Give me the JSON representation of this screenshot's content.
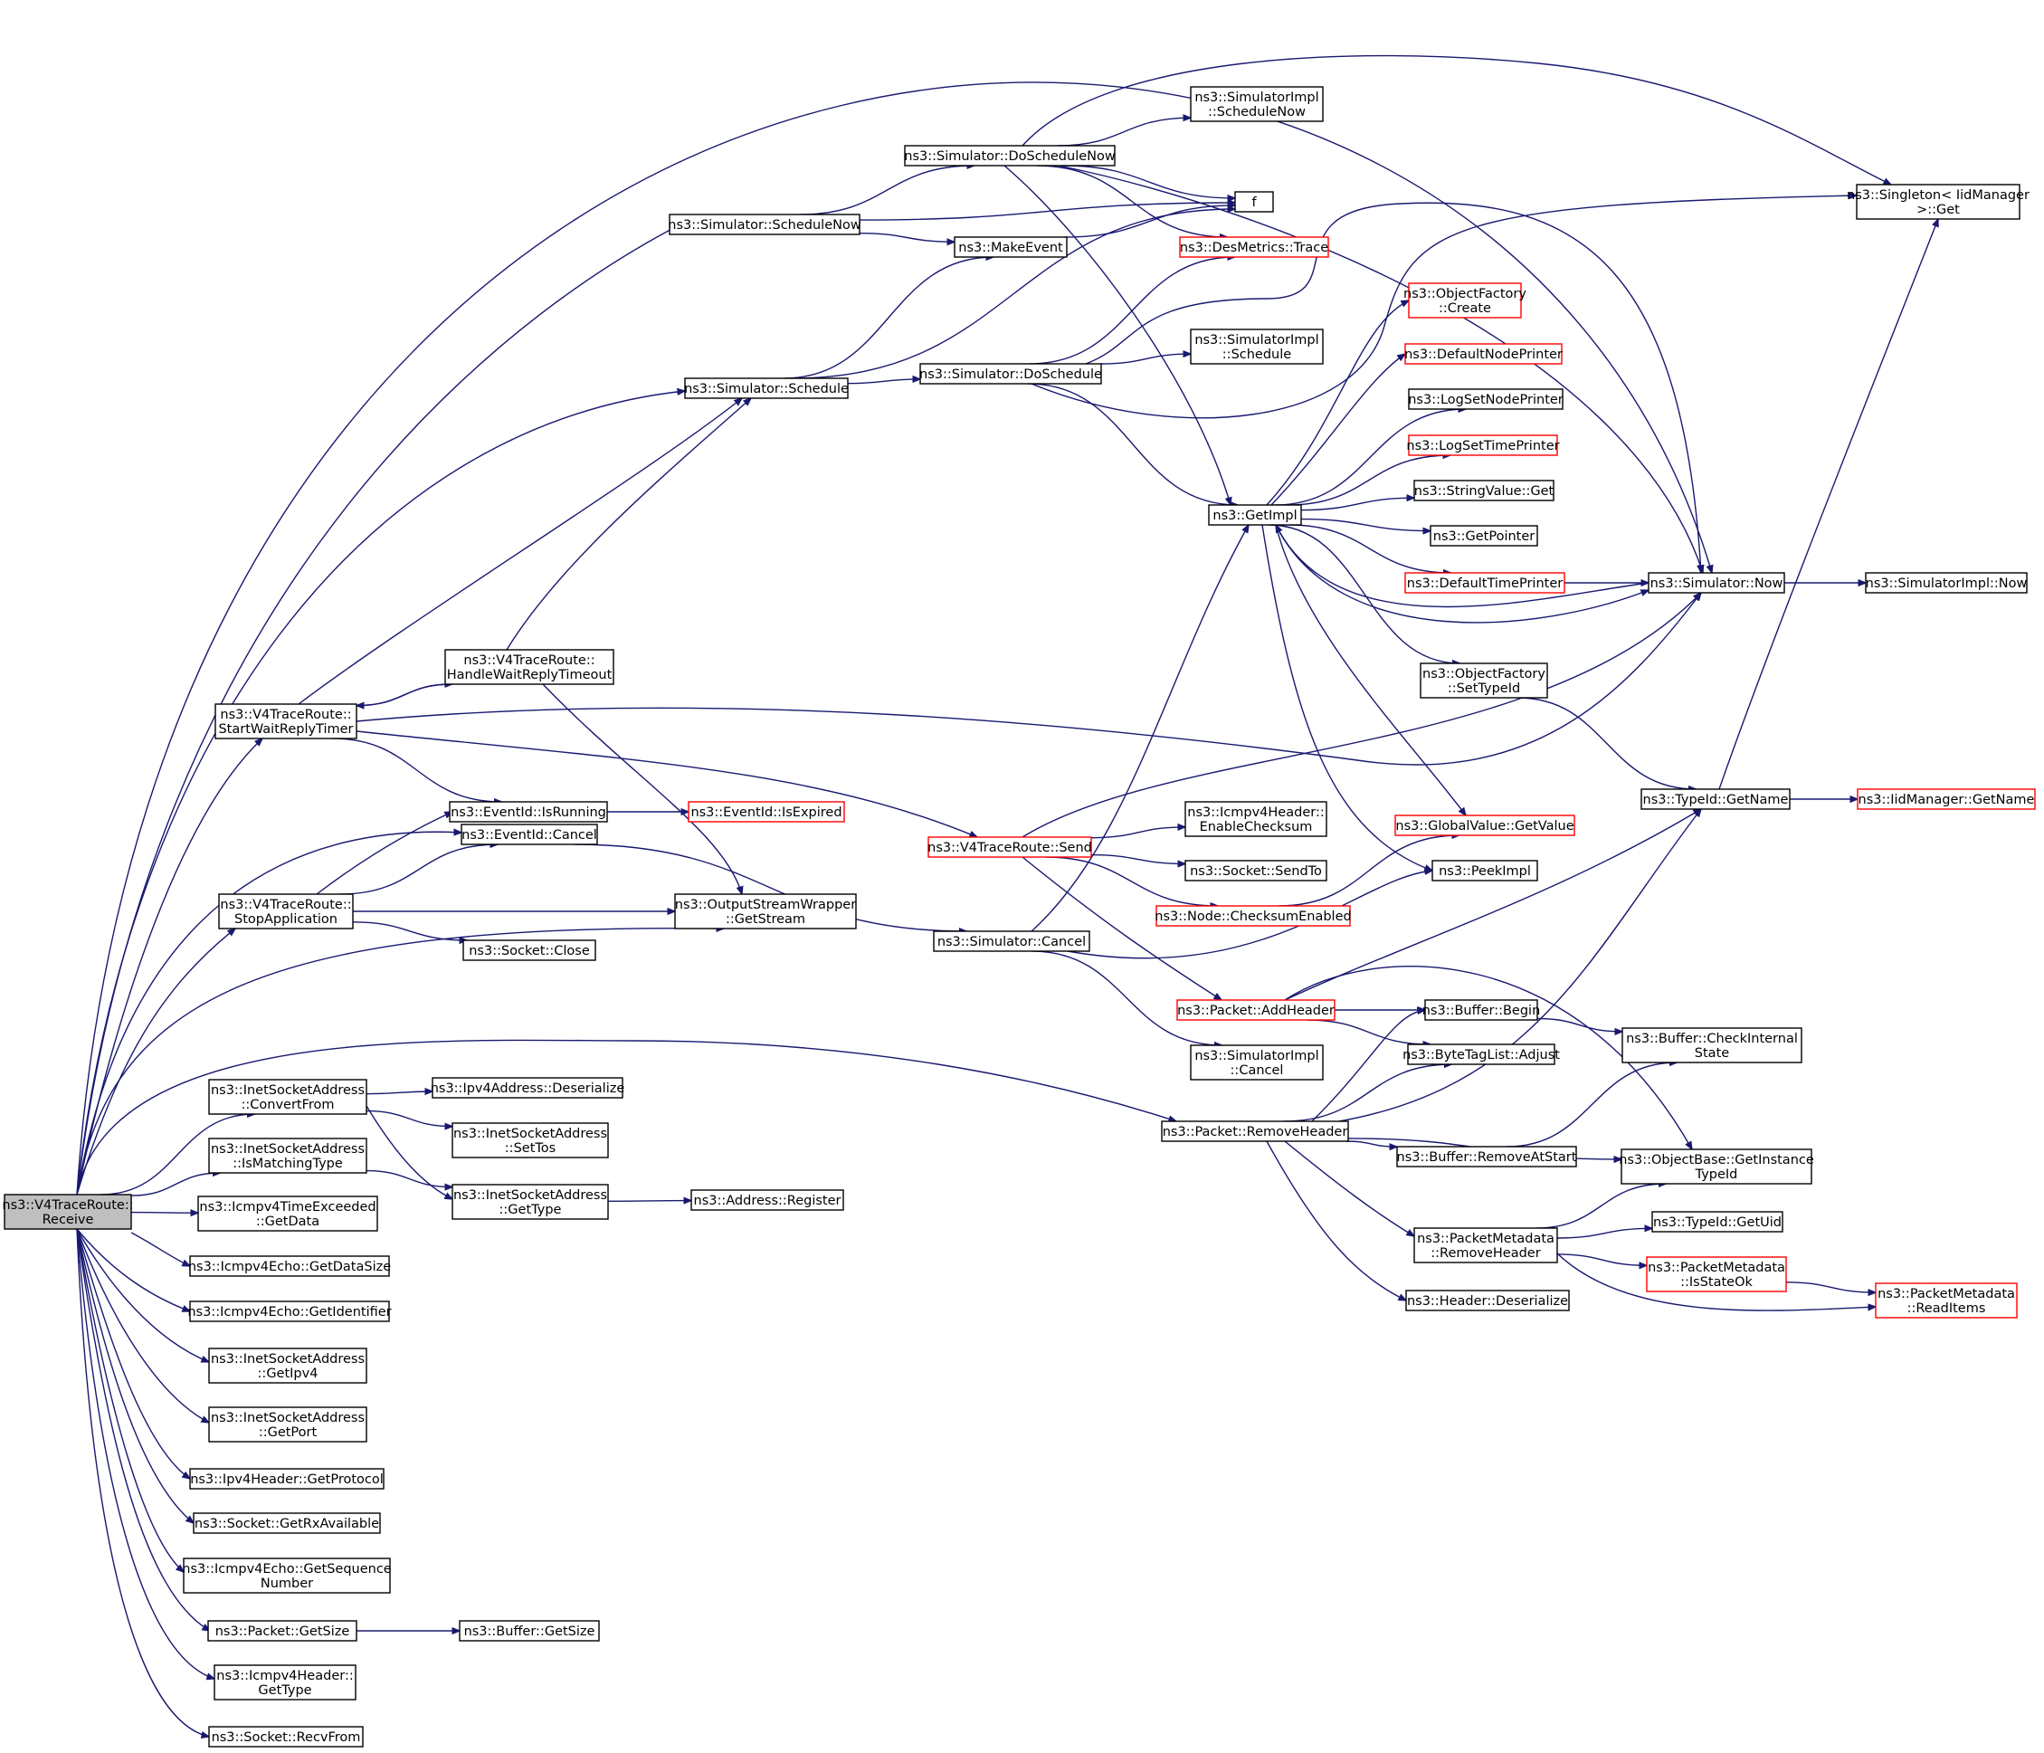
{
  "diagram": {
    "title": "",
    "colors": {
      "edge": "#191970",
      "root_fill": "#bfbfbf",
      "truncated_border": "#ff0000",
      "default_border": "#000000"
    },
    "nodes": [
      {
        "id": "receive",
        "lines": [
          "ns3::V4TraceRoute::",
          "Receive"
        ],
        "style": "root"
      },
      {
        "id": "startwait",
        "lines": [
          "ns3::V4TraceRoute::",
          "StartWaitReplyTimer"
        ]
      },
      {
        "id": "stopapp",
        "lines": [
          "ns3::V4TraceRoute::",
          "StopApplication"
        ]
      },
      {
        "id": "handlewait",
        "lines": [
          "ns3::V4TraceRoute::",
          "HandleWaitReplyTimeout"
        ]
      },
      {
        "id": "schednow",
        "lines": [
          "ns3::Simulator::ScheduleNow"
        ]
      },
      {
        "id": "schedule",
        "lines": [
          "ns3::Simulator::Schedule"
        ]
      },
      {
        "id": "doschednow",
        "lines": [
          "ns3::Simulator::DoScheduleNow"
        ]
      },
      {
        "id": "dosched",
        "lines": [
          "ns3::Simulator::DoSchedule"
        ]
      },
      {
        "id": "makeevent",
        "lines": [
          "ns3::MakeEvent"
        ]
      },
      {
        "id": "f",
        "lines": [
          "f"
        ]
      },
      {
        "id": "desmetrics",
        "lines": [
          "ns3::DesMetrics::Trace"
        ],
        "style": "red"
      },
      {
        "id": "simimpl_schednow",
        "lines": [
          "ns3::SimulatorImpl",
          "::ScheduleNow"
        ]
      },
      {
        "id": "simimpl_sched",
        "lines": [
          "ns3::SimulatorImpl",
          "::Schedule"
        ]
      },
      {
        "id": "singleton",
        "lines": [
          "ns3::Singleton< IidManager",
          ">::Get"
        ]
      },
      {
        "id": "getimpl",
        "lines": [
          "ns3::GetImpl"
        ]
      },
      {
        "id": "objf_create",
        "lines": [
          "ns3::ObjectFactory",
          "::Create"
        ],
        "style": "red"
      },
      {
        "id": "defnodeprinter",
        "lines": [
          "ns3::DefaultNodePrinter"
        ],
        "style": "red"
      },
      {
        "id": "logsetnode",
        "lines": [
          "ns3::LogSetNodePrinter"
        ]
      },
      {
        "id": "logsettime",
        "lines": [
          "ns3::LogSetTimePrinter"
        ],
        "style": "red"
      },
      {
        "id": "strval_get",
        "lines": [
          "ns3::StringValue::Get"
        ]
      },
      {
        "id": "getpointer",
        "lines": [
          "ns3::GetPointer"
        ]
      },
      {
        "id": "deftimeprinter",
        "lines": [
          "ns3::DefaultTimePrinter"
        ],
        "style": "red"
      },
      {
        "id": "simnow",
        "lines": [
          "ns3::Simulator::Now"
        ]
      },
      {
        "id": "simimpl_now",
        "lines": [
          "ns3::SimulatorImpl::Now"
        ]
      },
      {
        "id": "objf_settypeid",
        "lines": [
          "ns3::ObjectFactory",
          "::SetTypeId"
        ]
      },
      {
        "id": "typeid_getname",
        "lines": [
          "ns3::TypeId::GetName"
        ]
      },
      {
        "id": "iidmgr_getname",
        "lines": [
          "ns3::IidManager::GetName"
        ],
        "style": "red"
      },
      {
        "id": "globalval",
        "lines": [
          "ns3::GlobalValue::GetValue"
        ],
        "style": "red"
      },
      {
        "id": "peekimpl",
        "lines": [
          "ns3::PeekImpl"
        ]
      },
      {
        "id": "eventid_isrunning",
        "lines": [
          "ns3::EventId::IsRunning"
        ]
      },
      {
        "id": "eventid_isexpired",
        "lines": [
          "ns3::EventId::IsExpired"
        ],
        "style": "red"
      },
      {
        "id": "eventid_cancel",
        "lines": [
          "ns3::EventId::Cancel"
        ]
      },
      {
        "id": "outstream",
        "lines": [
          "ns3::OutputStreamWrapper",
          "::GetStream"
        ]
      },
      {
        "id": "socket_close",
        "lines": [
          "ns3::Socket::Close"
        ]
      },
      {
        "id": "v4send",
        "lines": [
          "ns3::V4TraceRoute::Send"
        ],
        "style": "red"
      },
      {
        "id": "icmpv4_enablecs",
        "lines": [
          "ns3::Icmpv4Header::",
          "EnableChecksum"
        ]
      },
      {
        "id": "socket_sendto",
        "lines": [
          "ns3::Socket::SendTo"
        ]
      },
      {
        "id": "node_checksum",
        "lines": [
          "ns3::Node::ChecksumEnabled"
        ],
        "style": "red"
      },
      {
        "id": "simcancel",
        "lines": [
          "ns3::Simulator::Cancel"
        ]
      },
      {
        "id": "packet_addheader",
        "lines": [
          "ns3::Packet::AddHeader"
        ],
        "style": "red"
      },
      {
        "id": "simimpl_cancel",
        "lines": [
          "ns3::SimulatorImpl",
          "::Cancel"
        ]
      },
      {
        "id": "buffer_begin",
        "lines": [
          "ns3::Buffer::Begin"
        ]
      },
      {
        "id": "bytetag_adjust",
        "lines": [
          "ns3::ByteTagList::Adjust"
        ]
      },
      {
        "id": "buffer_checkint",
        "lines": [
          "ns3::Buffer::CheckInternal",
          "State"
        ]
      },
      {
        "id": "packet_removeheader",
        "lines": [
          "ns3::Packet::RemoveHeader"
        ]
      },
      {
        "id": "buffer_removeatstart",
        "lines": [
          "ns3::Buffer::RemoveAtStart"
        ]
      },
      {
        "id": "objbase_getinst",
        "lines": [
          "ns3::ObjectBase::GetInstance",
          "TypeId"
        ]
      },
      {
        "id": "pktmeta_removeheader",
        "lines": [
          "ns3::PacketMetadata",
          "::RemoveHeader"
        ]
      },
      {
        "id": "typeid_getuid",
        "lines": [
          "ns3::TypeId::GetUid"
        ]
      },
      {
        "id": "pktmeta_isstateok",
        "lines": [
          "ns3::PacketMetadata",
          "::IsStateOk"
        ],
        "style": "red"
      },
      {
        "id": "pktmeta_readitems",
        "lines": [
          "ns3::PacketMetadata",
          "::ReadItems"
        ],
        "style": "red"
      },
      {
        "id": "header_deser",
        "lines": [
          "ns3::Header::Deserialize"
        ]
      },
      {
        "id": "inet_convertfrom",
        "lines": [
          "ns3::InetSocketAddress",
          "::ConvertFrom"
        ]
      },
      {
        "id": "ipv4addr_deser",
        "lines": [
          "ns3::Ipv4Address::Deserialize"
        ]
      },
      {
        "id": "inet_settos",
        "lines": [
          "ns3::InetSocketAddress",
          "::SetTos"
        ]
      },
      {
        "id": "inet_ismatching",
        "lines": [
          "ns3::InetSocketAddress",
          "::IsMatchingType"
        ]
      },
      {
        "id": "inet_gettype",
        "lines": [
          "ns3::InetSocketAddress",
          "::GetType"
        ]
      },
      {
        "id": "address_register",
        "lines": [
          "ns3::Address::Register"
        ]
      },
      {
        "id": "icmpv4te_getdata",
        "lines": [
          "ns3::Icmpv4TimeExceeded",
          "::GetData"
        ]
      },
      {
        "id": "icmpv4echo_getdatasize",
        "lines": [
          "ns3::Icmpv4Echo::GetDataSize"
        ]
      },
      {
        "id": "icmpv4echo_getid",
        "lines": [
          "ns3::Icmpv4Echo::GetIdentifier"
        ]
      },
      {
        "id": "inet_getipv4",
        "lines": [
          "ns3::InetSocketAddress",
          "::GetIpv4"
        ]
      },
      {
        "id": "inet_getport",
        "lines": [
          "ns3::InetSocketAddress",
          "::GetPort"
        ]
      },
      {
        "id": "ipv4hdr_getproto",
        "lines": [
          "ns3::Ipv4Header::GetProtocol"
        ]
      },
      {
        "id": "socket_getrxavail",
        "lines": [
          "ns3::Socket::GetRxAvailable"
        ]
      },
      {
        "id": "icmpv4echo_getseq",
        "lines": [
          "ns3::Icmpv4Echo::GetSequence",
          "Number"
        ]
      },
      {
        "id": "packet_getsize",
        "lines": [
          "ns3::Packet::GetSize"
        ]
      },
      {
        "id": "buffer_getsize",
        "lines": [
          "ns3::Buffer::GetSize"
        ]
      },
      {
        "id": "icmpv4hdr_gettype",
        "lines": [
          "ns3::Icmpv4Header::",
          "GetType"
        ]
      },
      {
        "id": "socket_recvfrom",
        "lines": [
          "ns3::Socket::RecvFrom"
        ]
      }
    ],
    "edges": [
      [
        "receive",
        "simnow"
      ],
      [
        "receive",
        "schednow"
      ],
      [
        "receive",
        "schedule"
      ],
      [
        "receive",
        "startwait"
      ],
      [
        "receive",
        "eventid_cancel"
      ],
      [
        "receive",
        "stopapp"
      ],
      [
        "receive",
        "outstream"
      ],
      [
        "receive",
        "packet_removeheader"
      ],
      [
        "receive",
        "inet_convertfrom"
      ],
      [
        "receive",
        "inet_ismatching"
      ],
      [
        "receive",
        "icmpv4te_getdata"
      ],
      [
        "receive",
        "icmpv4echo_getdatasize"
      ],
      [
        "receive",
        "icmpv4echo_getid"
      ],
      [
        "receive",
        "inet_getipv4"
      ],
      [
        "receive",
        "inet_getport"
      ],
      [
        "receive",
        "ipv4hdr_getproto"
      ],
      [
        "receive",
        "socket_getrxavail"
      ],
      [
        "receive",
        "icmpv4echo_getseq"
      ],
      [
        "receive",
        "packet_getsize"
      ],
      [
        "receive",
        "icmpv4hdr_gettype"
      ],
      [
        "receive",
        "socket_recvfrom"
      ],
      [
        "schednow",
        "doschednow"
      ],
      [
        "schednow",
        "f"
      ],
      [
        "schednow",
        "makeevent"
      ],
      [
        "doschednow",
        "simimpl_schednow"
      ],
      [
        "doschednow",
        "singleton"
      ],
      [
        "doschednow",
        "simnow"
      ],
      [
        "doschednow",
        "f"
      ],
      [
        "doschednow",
        "desmetrics"
      ],
      [
        "doschednow",
        "getimpl"
      ],
      [
        "makeevent",
        "f"
      ],
      [
        "schedule",
        "dosched"
      ],
      [
        "schedule",
        "makeevent"
      ],
      [
        "schedule",
        "f"
      ],
      [
        "dosched",
        "simimpl_sched"
      ],
      [
        "dosched",
        "desmetrics"
      ],
      [
        "dosched",
        "singleton"
      ],
      [
        "dosched",
        "simnow"
      ],
      [
        "dosched",
        "getimpl"
      ],
      [
        "getimpl",
        "objf_create"
      ],
      [
        "getimpl",
        "defnodeprinter"
      ],
      [
        "getimpl",
        "logsetnode"
      ],
      [
        "getimpl",
        "logsettime"
      ],
      [
        "getimpl",
        "strval_get"
      ],
      [
        "getimpl",
        "getpointer"
      ],
      [
        "getimpl",
        "deftimeprinter"
      ],
      [
        "getimpl",
        "simnow"
      ],
      [
        "getimpl",
        "objf_settypeid"
      ],
      [
        "getimpl",
        "globalval"
      ],
      [
        "getimpl",
        "peekimpl"
      ],
      [
        "deftimeprinter",
        "simnow"
      ],
      [
        "simnow",
        "simimpl_now"
      ],
      [
        "simnow",
        "getimpl"
      ],
      [
        "objf_settypeid",
        "typeid_getname"
      ],
      [
        "typeid_getname",
        "iidmgr_getname"
      ],
      [
        "typeid_getname",
        "singleton"
      ],
      [
        "startwait",
        "schedule"
      ],
      [
        "startwait",
        "handlewait"
      ],
      [
        "startwait",
        "simnow"
      ],
      [
        "startwait",
        "eventid_isrunning"
      ],
      [
        "startwait",
        "v4send"
      ],
      [
        "handlewait",
        "startwait"
      ],
      [
        "handlewait",
        "schedule"
      ],
      [
        "handlewait",
        "outstream"
      ],
      [
        "eventid_isrunning",
        "eventid_isexpired"
      ],
      [
        "eventid_cancel",
        "simcancel"
      ],
      [
        "stopapp",
        "eventid_isrunning"
      ],
      [
        "stopapp",
        "eventid_cancel"
      ],
      [
        "stopapp",
        "outstream"
      ],
      [
        "stopapp",
        "socket_close"
      ],
      [
        "v4send",
        "simnow"
      ],
      [
        "v4send",
        "icmpv4_enablecs"
      ],
      [
        "v4send",
        "socket_sendto"
      ],
      [
        "v4send",
        "node_checksum"
      ],
      [
        "v4send",
        "packet_addheader"
      ],
      [
        "node_checksum",
        "globalval"
      ],
      [
        "simcancel",
        "getimpl"
      ],
      [
        "simcancel",
        "peekimpl"
      ],
      [
        "simcancel",
        "simimpl_cancel"
      ],
      [
        "packet_addheader",
        "buffer_begin"
      ],
      [
        "packet_addheader",
        "bytetag_adjust"
      ],
      [
        "packet_addheader",
        "typeid_getname"
      ],
      [
        "packet_addheader",
        "objbase_getinst"
      ],
      [
        "buffer_begin",
        "buffer_checkint"
      ],
      [
        "packet_removeheader",
        "buffer_begin"
      ],
      [
        "packet_removeheader",
        "bytetag_adjust"
      ],
      [
        "packet_removeheader",
        "typeid_getname"
      ],
      [
        "packet_removeheader",
        "buffer_removeatstart"
      ],
      [
        "packet_removeheader",
        "objbase_getinst"
      ],
      [
        "packet_removeheader",
        "pktmeta_removeheader"
      ],
      [
        "packet_removeheader",
        "header_deser"
      ],
      [
        "buffer_removeatstart",
        "buffer_checkint"
      ],
      [
        "pktmeta_removeheader",
        "objbase_getinst"
      ],
      [
        "pktmeta_removeheader",
        "typeid_getuid"
      ],
      [
        "pktmeta_removeheader",
        "pktmeta_isstateok"
      ],
      [
        "pktmeta_removeheader",
        "pktmeta_readitems"
      ],
      [
        "pktmeta_isstateok",
        "pktmeta_readitems"
      ],
      [
        "inet_convertfrom",
        "ipv4addr_deser"
      ],
      [
        "inet_convertfrom",
        "inet_settos"
      ],
      [
        "inet_convertfrom",
        "inet_gettype"
      ],
      [
        "inet_ismatching",
        "inet_gettype"
      ],
      [
        "inet_gettype",
        "address_register"
      ],
      [
        "packet_getsize",
        "buffer_getsize"
      ]
    ]
  }
}
